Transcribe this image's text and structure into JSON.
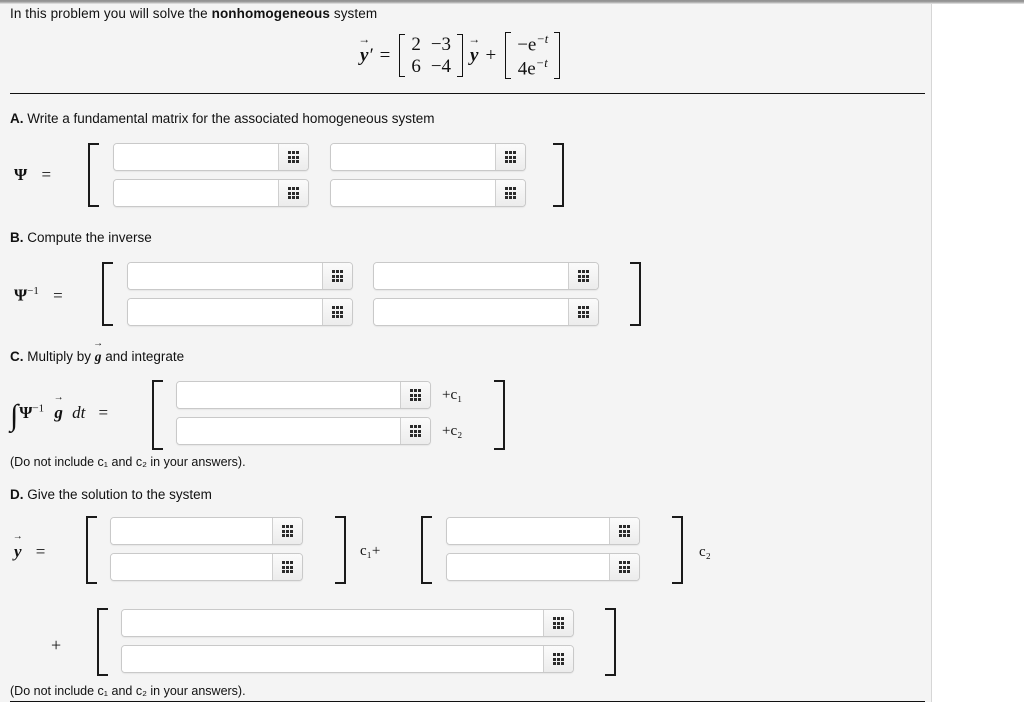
{
  "prompt": {
    "lead": "In this problem you will solve the ",
    "emphasis": "nonhomogeneous",
    "trail": " system"
  },
  "equation": {
    "lhs": "y",
    "lhs_prime": "′",
    "equals": "=",
    "coefficient_matrix": [
      [
        "2",
        "−3"
      ],
      [
        "6",
        "−4"
      ]
    ],
    "times_vector": "y",
    "plus": "+",
    "forcing_vector": [
      {
        "coef": "−e",
        "exp": "−t"
      },
      {
        "coef": "4e",
        "exp": "−t"
      }
    ]
  },
  "sections": [
    {
      "id": "A",
      "letter": "A.",
      "text": " Write a fundamental matrix for the associated homogeneous system",
      "label_symbol": "Ψ",
      "label_sup": "",
      "label_equals": "=",
      "shape": "2x2",
      "inputs": [
        {
          "name": "psi-r1c1",
          "value": "",
          "placeholder": ""
        },
        {
          "name": "psi-r1c2",
          "value": "",
          "placeholder": ""
        },
        {
          "name": "psi-r2c1",
          "value": "",
          "placeholder": ""
        },
        {
          "name": "psi-r2c2",
          "value": "",
          "placeholder": ""
        }
      ]
    },
    {
      "id": "B",
      "letter": "B.",
      "text": " Compute the inverse",
      "label_symbol": "Ψ",
      "label_sup": "−1",
      "label_equals": "=",
      "shape": "2x2",
      "inputs": [
        {
          "name": "psi-inv-r1c1",
          "value": "",
          "placeholder": ""
        },
        {
          "name": "psi-inv-r1c2",
          "value": "",
          "placeholder": ""
        },
        {
          "name": "psi-inv-r2c1",
          "value": "",
          "placeholder": ""
        },
        {
          "name": "psi-inv-r2c2",
          "value": "",
          "placeholder": ""
        }
      ]
    },
    {
      "id": "C",
      "letter": "C.",
      "text_pre": " Multiply by ",
      "text_vec": "g",
      "text_post": " and integrate",
      "shape": "2x1",
      "row_annotations": [
        "+c₁",
        "+c₂"
      ],
      "inputs": [
        {
          "name": "integral-row1",
          "value": "",
          "placeholder": ""
        },
        {
          "name": "integral-row2",
          "value": "",
          "placeholder": ""
        }
      ],
      "note": "(Do not include c₁ and c₂ in your answers)."
    },
    {
      "id": "D",
      "letter": "D.",
      "text": " Give the solution to the system",
      "label_symbol": "y",
      "label_equals": "=",
      "annot_1": "c₁+",
      "annot_2": "c₂",
      "plus": "+",
      "inputs": [
        {
          "name": "solution-v1-row1",
          "value": "",
          "placeholder": ""
        },
        {
          "name": "solution-v1-row2",
          "value": "",
          "placeholder": ""
        },
        {
          "name": "solution-v2-row1",
          "value": "",
          "placeholder": ""
        },
        {
          "name": "solution-v2-row2",
          "value": "",
          "placeholder": ""
        },
        {
          "name": "solution-particular-row1",
          "value": "",
          "placeholder": ""
        },
        {
          "name": "solution-particular-row2",
          "value": "",
          "placeholder": ""
        }
      ],
      "note": "(Do not include c₁ and c₂ in your answers)."
    }
  ],
  "icons": {
    "palette": "grid-3x3-icon"
  },
  "colors": {
    "page_background": "#f4f4f4",
    "right_pane": "#ffffff",
    "text": "#111111",
    "rule": "#111111",
    "input_border": "#c9c9c9",
    "button_face": "#ececec"
  }
}
